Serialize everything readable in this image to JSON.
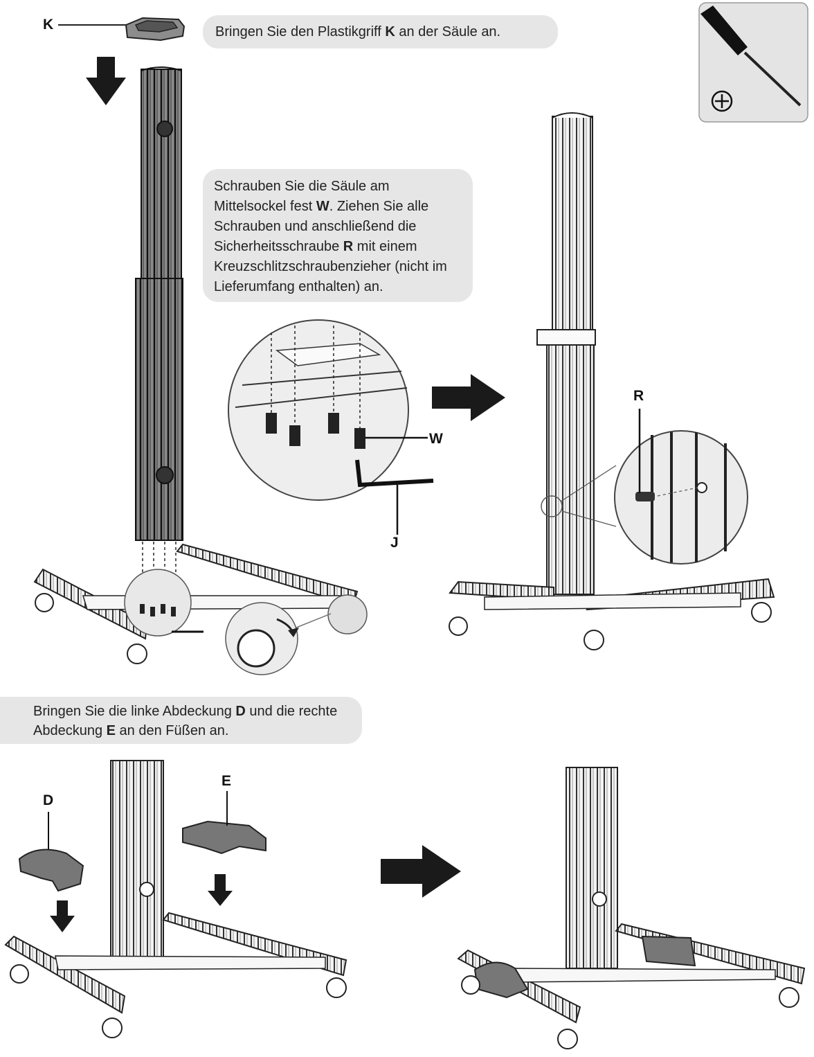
{
  "instructions": {
    "step1": [
      "Bringen Sie den Plastikgriff ",
      "K",
      " an der Säule an."
    ],
    "step2": [
      "Schrauben Sie die Säule am Mittelsockel fest ",
      "W",
      ". Ziehen Sie alle Schrauben und anschließend die Sicherheitsschraube ",
      "R",
      " mit einem Kreuzschlitzschraubenzieher (nicht im Lieferumfang enthalten) an."
    ],
    "step3": [
      "Bringen Sie die linke Abdeckung ",
      "D",
      " und die rechte Abdeckung ",
      "E",
      " an den Füßen an."
    ]
  },
  "labels": {
    "K": "K",
    "W": "W",
    "J": "J",
    "R": "R",
    "D": "D",
    "E": "E"
  },
  "tool": {
    "icon": "phillips-screwdriver-icon",
    "symbol": "⊕"
  },
  "colors": {
    "bubble": "#e6e6e6",
    "line": "#222222",
    "arrow": "#1a1a1a",
    "part_fill": "#f2f2f2",
    "cover_fill": "#777777"
  }
}
